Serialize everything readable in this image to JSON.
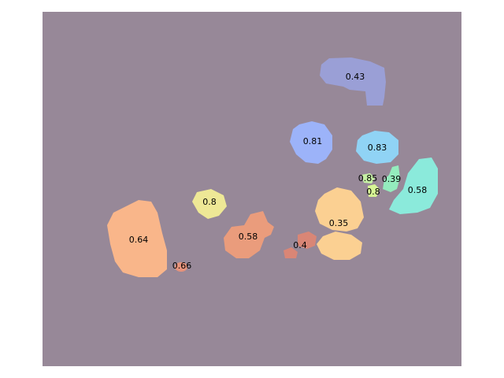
{
  "background_color": "#978898",
  "regions": [
    {
      "score": "0.43",
      "color": "#9a9fd6"
    },
    {
      "score": "0.81",
      "color": "#9cb3f9"
    },
    {
      "score": "0.83",
      "color": "#90d3f5"
    },
    {
      "score": "0.85",
      "color": "#c6f1a4"
    },
    {
      "score": "0.39",
      "color": "#94ecbd"
    },
    {
      "score": "0.8",
      "color": "#d7f595"
    },
    {
      "score": "0.58",
      "color": "#8beadb"
    },
    {
      "score": "0.8",
      "color": "#eee896"
    },
    {
      "score": "0.35",
      "color": "#fbd092"
    },
    {
      "score": "0.58",
      "color": "#ea9c7c"
    },
    {
      "score": "0.4",
      "color": "#d98676"
    },
    {
      "score": "0.64",
      "color": "#f9b68a"
    },
    {
      "score": "0.66",
      "color": "#e7937c"
    }
  ]
}
